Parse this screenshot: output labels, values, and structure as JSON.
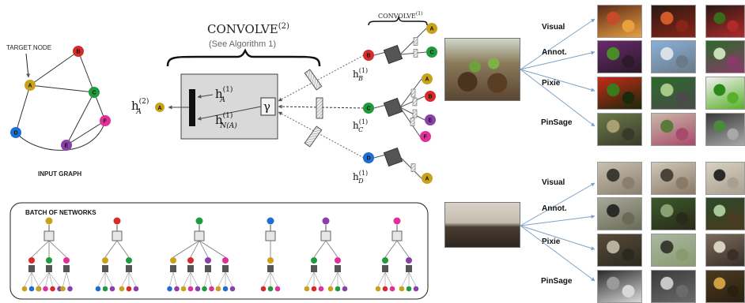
{
  "input_graph": {
    "title": "INPUT GRAPH",
    "target_label": "TARGET NODE",
    "nodes": [
      {
        "id": "A",
        "color": "#c8a21a"
      },
      {
        "id": "B",
        "color": "#d42b2b"
      },
      {
        "id": "C",
        "color": "#1f9a3c"
      },
      {
        "id": "D",
        "color": "#1f6fd1"
      },
      {
        "id": "E",
        "color": "#8b3fa8"
      },
      {
        "id": "F",
        "color": "#e2309a"
      }
    ]
  },
  "convolve": {
    "top_label": "CONVOLVE",
    "top_superscript": "(2)",
    "top_sub": "(See Algorithm 1)",
    "small_label": "CONVOLVE",
    "small_superscript": "(1)",
    "gamma": "γ",
    "h_out": {
      "base": "h",
      "sup": "(2)",
      "sub": "A"
    },
    "h_self": {
      "base": "h",
      "sup": "(1)",
      "sub": "A"
    },
    "h_neigh": {
      "base": "h",
      "sup": "(1)",
      "sub": "N(A)"
    },
    "h_b": {
      "base": "h",
      "sup": "(1)",
      "sub": "B"
    },
    "h_c": {
      "base": "h",
      "sup": "(1)",
      "sub": "C"
    },
    "h_d": {
      "base": "h",
      "sup": "(1)",
      "sub": "D"
    }
  },
  "batch": {
    "title": "BATCH OF NETWORKS"
  },
  "methods": [
    "Visual",
    "Annot.",
    "Pixie",
    "PinSage"
  ]
}
